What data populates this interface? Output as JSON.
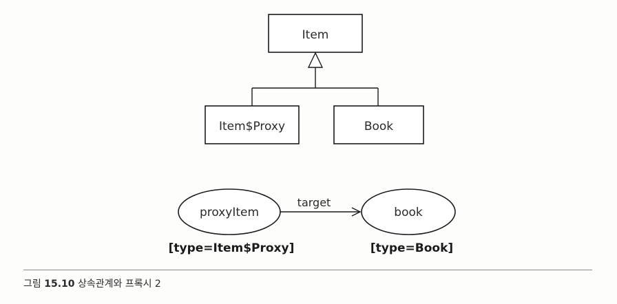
{
  "diagram": {
    "classes": {
      "item": "Item",
      "item_proxy": "Item$Proxy",
      "book": "Book"
    },
    "objects": {
      "proxy_item": "proxyItem",
      "book": "book"
    },
    "edge_label": "target",
    "types": {
      "proxy_type": "[type=Item$Proxy]",
      "book_type": "[type=Book]"
    }
  },
  "caption": {
    "prefix": "그림",
    "number": "15.10",
    "title": "상속관계와 프록시 2"
  }
}
